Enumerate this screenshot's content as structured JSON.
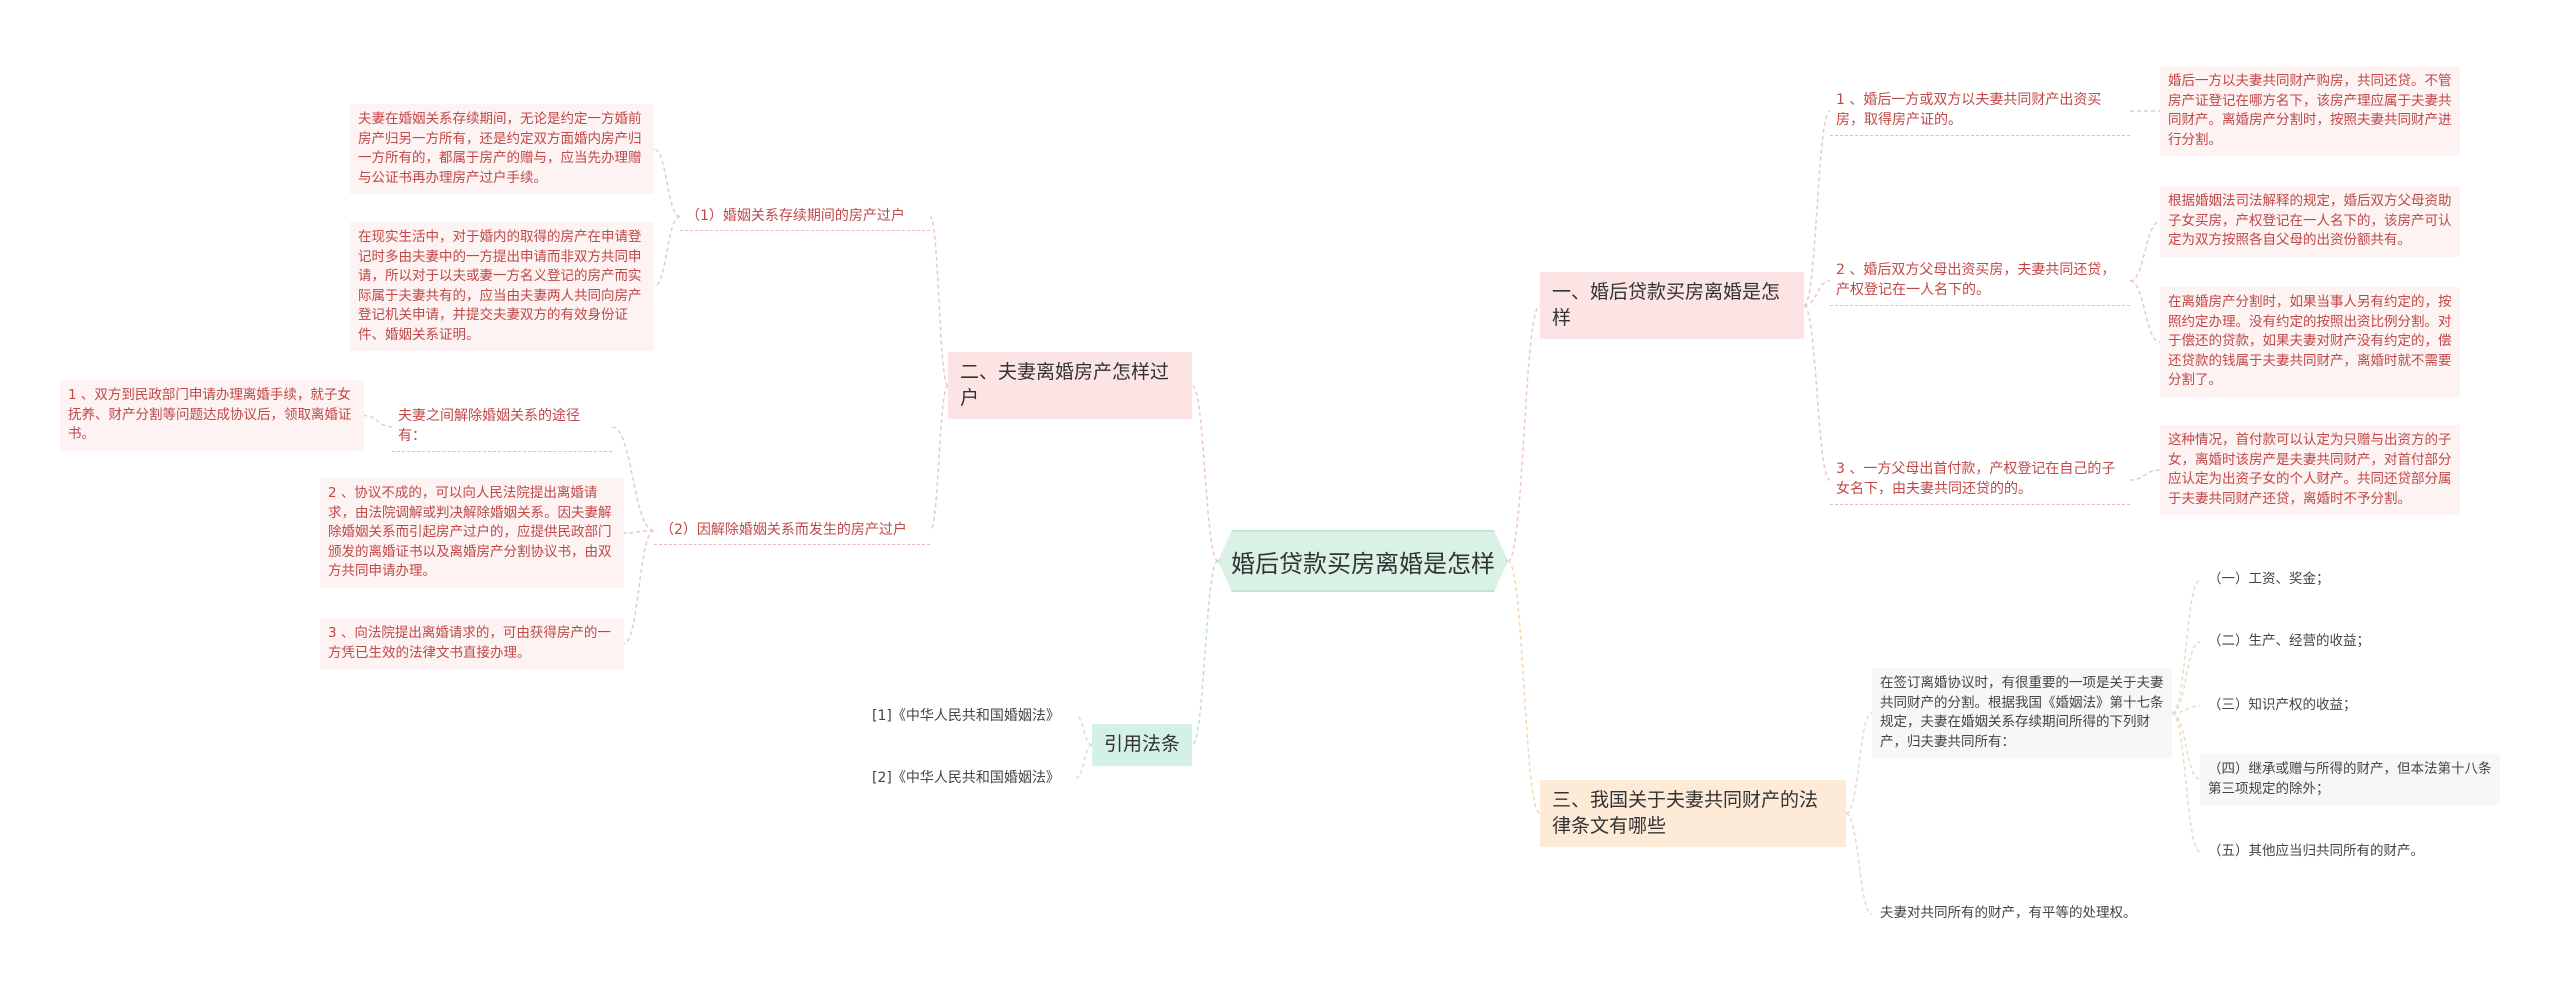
{
  "root": "婚后贷款买房离婚是怎样",
  "branch1": {
    "title": "一、婚后贷款买房离婚是怎样",
    "items": [
      {
        "label": "1 、婚后一方或双方以夫妻共同财产出资买房，取得房产证的。",
        "details": [
          "婚后一方以夫妻共同财产购房，共同还贷。不管房产证登记在哪方名下，该房产理应属于夫妻共同财产。离婚房产分割时，按照夫妻共同财产进行分割。"
        ]
      },
      {
        "label": "2 、婚后双方父母出资买房，夫妻共同还贷，产权登记在一人名下的。",
        "details": [
          "根据婚姻法司法解释的规定，婚后双方父母资助子女买房，产权登记在一人名下的，该房产可认定为双方按照各自父母的出资份额共有。",
          "在离婚房产分割时，如果当事人另有约定的，按照约定办理。没有约定的按照出资比例分割。对于偿还的贷款，如果夫妻对财产没有约定的，偿还贷款的钱属于夫妻共同财产，离婚时就不需要分割了。"
        ]
      },
      {
        "label": "3 、一方父母出首付款，产权登记在自己的子女名下，由夫妻共同还贷的的。",
        "details": [
          "这种情况，首付款可以认定为只赠与出资方的子女，离婚时该房产是夫妻共同财产，对首付部分应认定为出资子女的个人财产。共同还贷部分属于夫妻共同财产还贷，离婚时不予分割。"
        ]
      }
    ]
  },
  "branch2": {
    "title": "二、夫妻离婚房产怎样过户",
    "sub1": {
      "label": "（1）婚姻关系存续期间的房产过户",
      "details": [
        "夫妻在婚姻关系存续期间，无论是约定一方婚前房产归另一方所有，还是约定双方面婚内房产归一方所有的，都属于房产的赠与，应当先办理赠与公证书再办理房产过户手续。",
        "在现实生活中，对于婚内的取得的房产在申请登记时多由夫妻中的一方提出申请而非双方共同申请，所以对于以夫或妻一方名义登记的房产而实际属于夫妻共有的，应当由夫妻两人共同向房产登记机关申请，并提交夫妻双方的有效身份证件、婚姻关系证明。"
      ]
    },
    "sub2": {
      "label": "（2）因解除婚姻关系而发生的房产过户",
      "ways_label": "夫妻之间解除婚姻关系的途径有：",
      "ways": [
        "1 、双方到民政部门申请办理离婚手续，就子女抚养、财产分割等问题达成协议后，领取离婚证书。"
      ],
      "details": [
        "2 、协议不成的，可以向人民法院提出离婚请求，由法院调解或判决解除婚姻关系。因夫妻解除婚姻关系而引起房产过户的，应提供民政部门颁发的离婚证书以及离婚房产分割协议书，由双方共同申请办理。",
        "3 、向法院提出离婚请求的，可由获得房产的一方凭已生效的法律文书直接办理。"
      ]
    }
  },
  "branch3": {
    "title": "三、我国关于夫妻共同财产的法律条文有哪些",
    "intro": "在签订离婚协议时，有很重要的一项是关于夫妻共同财产的分割。根据我国《婚姻法》第十七条规定，夫妻在婚姻关系存续期间所得的下列财产，归夫妻共同所有：",
    "items": [
      "（一）工资、奖金；",
      "（二）生产、经营的收益；",
      "（三）知识产权的收益；",
      "（四）继承或赠与所得的财产，但本法第十八条第三项规定的除外；",
      "（五）其他应当归共同所有的财产。"
    ],
    "footer": "夫妻对共同所有的财产，有平等的处理权。"
  },
  "branch4": {
    "title": "引用法条",
    "items": [
      "[1]《中华人民共和国婚姻法》",
      "[2]《中华人民共和国婚姻法》"
    ]
  }
}
